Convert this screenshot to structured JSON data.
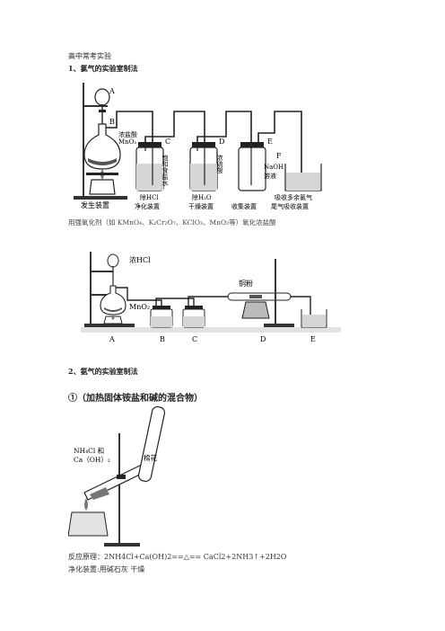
{
  "doc": {
    "title": "高中常考实验",
    "section1": "1、氯气的实验室制法",
    "note1": "用强氧化剂（如 KMnO₄、K₂Cr₂O₇、KClO₃、MnO₂等）氧化浓盐酸",
    "section2": "2、氨气的实验室制法",
    "sub2": "①（加热固体铵盐和碱的混合物）",
    "reaction": "反应原理：2NH4Cl+Ca(OH)2==△== CaCl2+2NH3↑+2H2O",
    "purify": "净化装置:用碱石灰  干燥"
  },
  "fig1": {
    "labels": {
      "A": "A",
      "B": "B",
      "C": "C",
      "D": "D",
      "E": "E",
      "F": "F",
      "mno2": "MnO₂",
      "conc_hcl": "浓盐酸",
      "sat_brine": "饱和食盐水",
      "conc_h2so4": "浓硫酸",
      "naoh": "NaOH",
      "solution": "溶液",
      "gen": "发生装置",
      "remove_hcl_1": "除HCl",
      "remove_hcl_2": "净化装置",
      "remove_h2o_1": "除H₂O",
      "remove_h2o_2": "干燥装置",
      "collect": "收集装置",
      "absorb_1": "吸收多余氯气",
      "absorb_2": "尾气吸收装置"
    }
  },
  "fig2": {
    "labels": {
      "conc_hcl": "浓HCl",
      "mno2": "MnO₂",
      "cu": "铜粉",
      "A": "A",
      "B": "B",
      "C": "C",
      "D": "D",
      "E": "E"
    }
  },
  "fig3": {
    "labels": {
      "reagent1": "NH₄Cl 和",
      "reagent2": "Ca（OH）₂",
      "cotton": "棉花"
    }
  }
}
